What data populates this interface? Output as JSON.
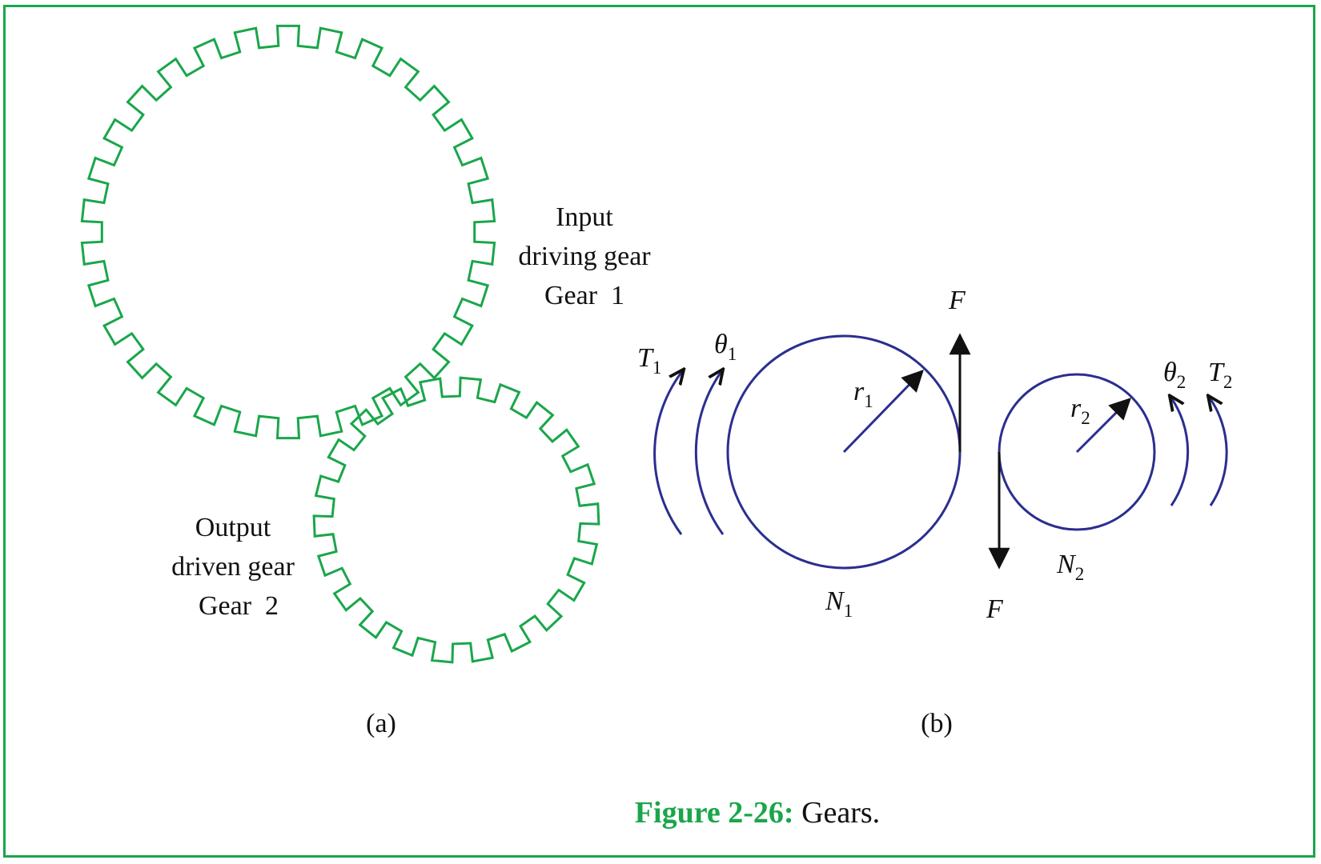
{
  "panel_a": {
    "gear1_label": [
      "Input",
      "driving gear",
      "Gear  1"
    ],
    "gear2_label": [
      "Output",
      "driven gear",
      "Gear  2"
    ],
    "tag": "(a)"
  },
  "panel_b": {
    "F_top": "F",
    "F_bottom": "F",
    "T1": "T",
    "T1_sub": "1",
    "theta1": "θ",
    "theta1_sub": "1",
    "r1": "r",
    "r1_sub": "1",
    "r2": "r",
    "r2_sub": "2",
    "theta2": "θ",
    "theta2_sub": "2",
    "T2": "T",
    "T2_sub": "2",
    "N1": "N",
    "N1_sub": "1",
    "N2": "N",
    "N2_sub": "2",
    "tag": "(b)"
  },
  "caption": {
    "number": "Figure 2-26:",
    "text": " Gears."
  },
  "colors": {
    "frame": "#1aa64b",
    "gear": "#1aa64b",
    "diagram": "#2b2e8f",
    "arrow": "#111111",
    "caption_number": "#1aa64b"
  }
}
